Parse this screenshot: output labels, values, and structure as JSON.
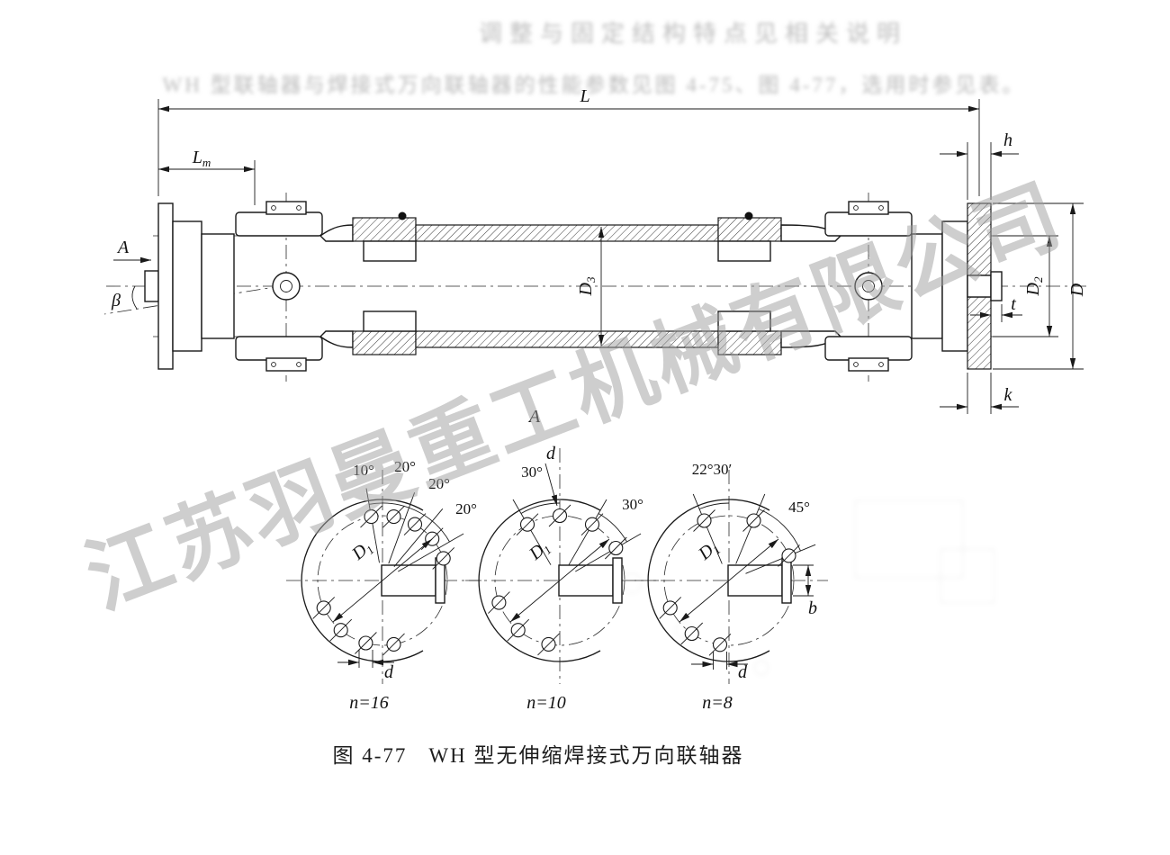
{
  "page": {
    "background": "#ffffff",
    "ink": "#1a1a1a",
    "watermark_color": "#9f9f9f"
  },
  "document": {
    "caption": {
      "figure_no": "图 4-77",
      "title": "WH 型无伸缩焊接式万向联轴器"
    },
    "watermark": "江苏羽曼重工机械有限公司",
    "background_text": {
      "line1": "调整与固定结构特点见相关说明",
      "line2": "WH 型联轴器与焊接式万向联轴器的性能参数见图 4-75、图 4-77，选用时参见表。"
    }
  },
  "main_view": {
    "labels": {
      "overall_length": "L",
      "hub_length_base": "L",
      "hub_length_sub": "m",
      "h": "h",
      "k": "k",
      "t": "t",
      "D": "D",
      "D2_base": "D",
      "D2_sub": "2",
      "D3_base": "D",
      "D3_sub": "3",
      "view_arrow": "A",
      "deflection_angle": "β"
    }
  },
  "end_views": {
    "section_label": "A",
    "D1_base": "D",
    "D1_sub": "1",
    "hole_dia": "d",
    "slot_width": "b",
    "views": [
      {
        "hole_count": "n=16",
        "angles": [
          "10°",
          "20°",
          "20°",
          "20°"
        ]
      },
      {
        "hole_count": "n=10",
        "angles": [
          "30°",
          "30°"
        ]
      },
      {
        "hole_count": "n=8",
        "angles": [
          "22°30′",
          "45°"
        ]
      }
    ]
  }
}
